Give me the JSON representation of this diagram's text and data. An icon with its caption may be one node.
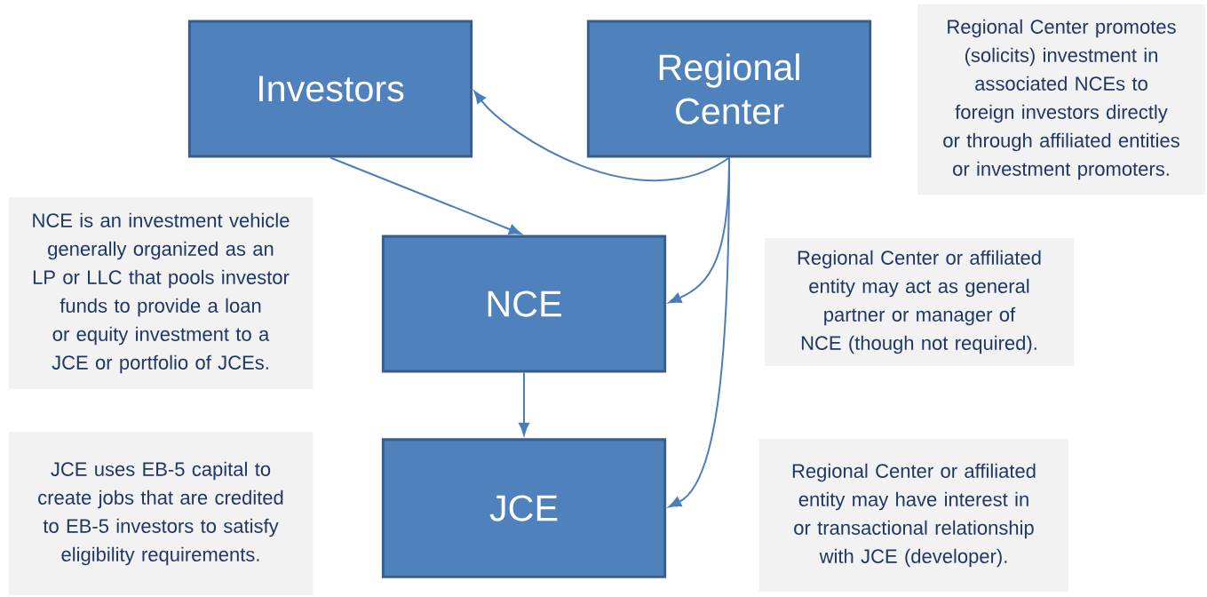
{
  "diagram": {
    "nodes": [
      {
        "text": [
          "Investors"
        ]
      },
      {
        "text": [
          "Regional Center"
        ]
      },
      {
        "text": [
          "NCE"
        ]
      },
      {
        "text": [
          "JCE"
        ]
      },
      {
        "text": [
          "Regional Center promotes (solicits) investment in associated NCEs to foreign investors directly or through affiliated entities or investment promoters."
        ]
      },
      {
        "text": [
          "NCE is an investment vehicle generally organized as an LP or LLC that pools investor funds to provide a loan or equity investment to a JCE or portfolio of JCEs."
        ]
      },
      {
        "text": [
          "Regional Center or affiliated entity may act as general partner or manager of NCE (though not required)."
        ]
      },
      {
        "text": [
          "JCE uses EB-5 capital to create jobs that are credited to EB-5 investors to satisfy eligibility requirements."
        ]
      },
      {
        "text": [
          "Regional Center or affiliated entity may have interest in or transactional relationship with JCE (developer)."
        ]
      }
    ],
    "edges": [
      {
        "from": 1,
        "to": 0,
        "arrow": "to"
      },
      {
        "from": 0,
        "to": 2,
        "arrow": "to"
      },
      {
        "from": 1,
        "to": 2,
        "arrow": "to"
      },
      {
        "from": 2,
        "to": 3,
        "arrow": "to"
      },
      {
        "from": 1,
        "to": 3,
        "arrow": "to"
      }
    ]
  }
}
